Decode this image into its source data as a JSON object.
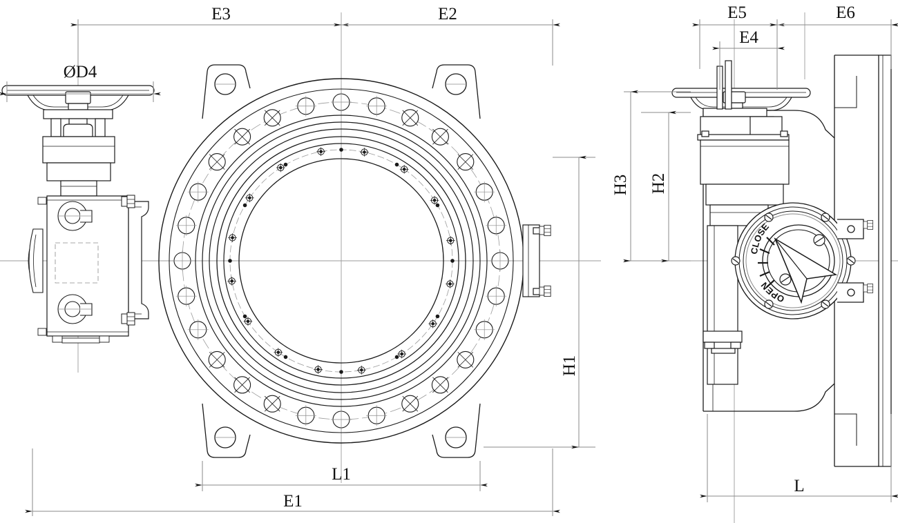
{
  "drawing": {
    "type": "engineering-dimensional-drawing",
    "subject": "Butterfly valve with worm-gear actuator and handwheel",
    "views": [
      {
        "name": "front-view",
        "position": "left"
      },
      {
        "name": "side-view",
        "position": "right"
      }
    ],
    "line_color": "#1a1a1a",
    "thin_line_color": "#8a8a8a",
    "background": "#ffffff"
  },
  "dimensions": {
    "d4": {
      "label": "ØD4",
      "view": "front-view",
      "orientation": "horizontal",
      "location": "handwheel-diameter"
    },
    "e3": {
      "label": "E3",
      "view": "front-view",
      "orientation": "horizontal",
      "location": "top-left"
    },
    "e2": {
      "label": "E2",
      "view": "front-view",
      "orientation": "horizontal",
      "location": "top-right"
    },
    "e1": {
      "label": "E1",
      "view": "front-view",
      "orientation": "horizontal",
      "location": "bottom-overall"
    },
    "l1": {
      "label": "L1",
      "view": "front-view",
      "orientation": "horizontal",
      "location": "bottom-body-width"
    },
    "h1": {
      "label": "H1",
      "view": "front-view",
      "orientation": "vertical",
      "location": "right-centerline-to-bottom"
    },
    "e5": {
      "label": "E5",
      "view": "side-view",
      "orientation": "horizontal",
      "location": "top-left"
    },
    "e6": {
      "label": "E6",
      "view": "side-view",
      "orientation": "horizontal",
      "location": "top-right"
    },
    "e4": {
      "label": "E4",
      "view": "side-view",
      "orientation": "horizontal",
      "location": "handwheel-offset"
    },
    "h3": {
      "label": "H3",
      "view": "side-view",
      "orientation": "vertical",
      "location": "outer-left"
    },
    "h2": {
      "label": "H2",
      "view": "side-view",
      "orientation": "vertical",
      "location": "inner-left"
    },
    "l": {
      "label": "L",
      "view": "side-view",
      "orientation": "horizontal",
      "location": "bottom-face-to-face"
    }
  },
  "indicator_dial": {
    "name": "valve-position-indicator",
    "close_label": "CLOSE",
    "open_label": "OPEN",
    "pointer": "triangular-arrow",
    "tick_count": 5,
    "cover_screws": 4,
    "dial_screws": 2
  },
  "front_view": {
    "flange_bolt_holes": 28,
    "seat_ring_screws": 16,
    "seat_ring_dowels": 12,
    "lugs": 4,
    "lug_holes": 4,
    "centerline_horizontal": true,
    "centerline_vertical": true
  },
  "side_view": {
    "handwheel": "rim-type",
    "stem": "rising-stem",
    "gearbox": "worm-gear",
    "body_flange": "wafer-lug"
  }
}
